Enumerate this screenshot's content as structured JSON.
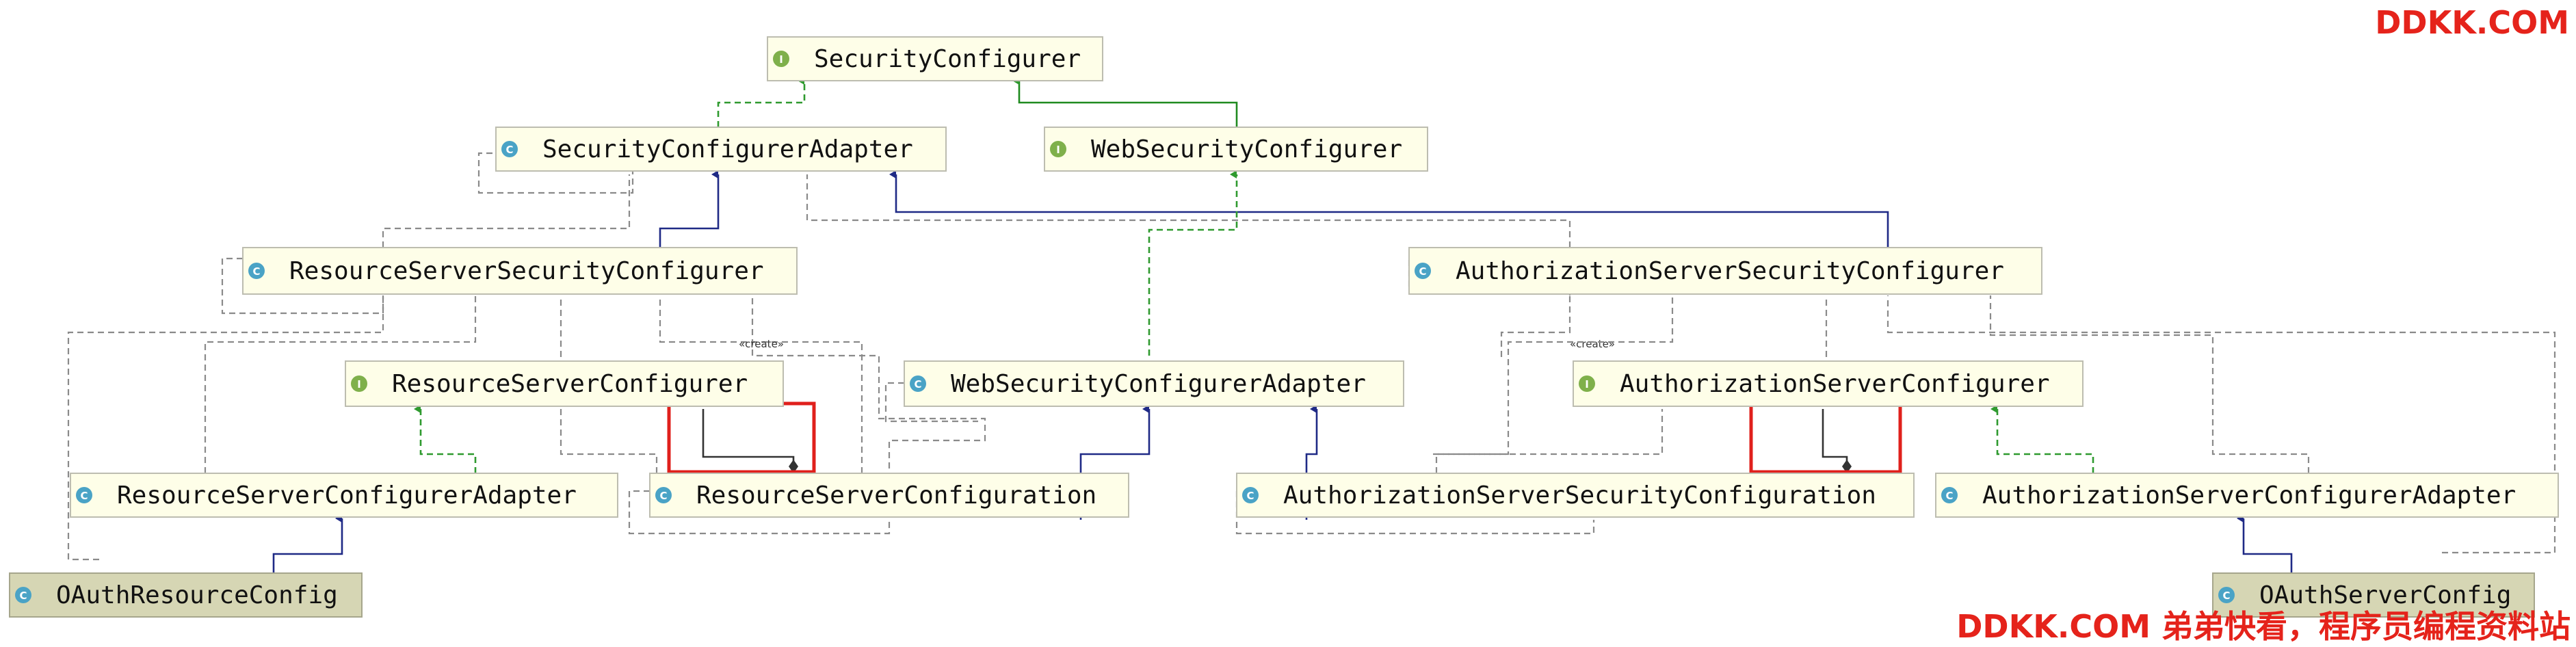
{
  "nodes": {
    "security_configurer": {
      "label": "SecurityConfigurer",
      "kind": "I"
    },
    "security_configurer_adapter": {
      "label": "SecurityConfigurerAdapter",
      "kind": "C"
    },
    "web_security_configurer": {
      "label": "WebSecurityConfigurer",
      "kind": "I"
    },
    "resource_server_security_configurer": {
      "label": "ResourceServerSecurityConfigurer",
      "kind": "C"
    },
    "authorization_server_security_configurer": {
      "label": "AuthorizationServerSecurityConfigurer",
      "kind": "C"
    },
    "resource_server_configurer": {
      "label": "ResourceServerConfigurer",
      "kind": "I"
    },
    "web_security_configurer_adapter": {
      "label": "WebSecurityConfigurerAdapter",
      "kind": "C"
    },
    "authorization_server_configurer": {
      "label": "AuthorizationServerConfigurer",
      "kind": "I"
    },
    "resource_server_configurer_adapter": {
      "label": "ResourceServerConfigurerAdapter",
      "kind": "C"
    },
    "resource_server_configuration": {
      "label": "ResourceServerConfiguration",
      "kind": "C"
    },
    "authorization_server_security_configuration": {
      "label": "AuthorizationServerSecurityConfiguration",
      "kind": "C"
    },
    "authorization_server_configurer_adapter": {
      "label": "AuthorizationServerConfigurerAdapter",
      "kind": "C"
    },
    "oauth_resource_config": {
      "label": "OAuthResourceConfig",
      "kind": "C"
    },
    "oauth_server_config": {
      "label": "OAuthServerConfig",
      "kind": "C"
    }
  },
  "create_label": "«create»",
  "watermark": {
    "top": "DDKK.COM",
    "bottom": "DDKK.COM 弟弟快看，程序员编程资料站"
  },
  "colors": {
    "node_fill": "#fefee8",
    "highlight_fill": "#d6d6b4",
    "implements": "#2f9a2f",
    "extends": "#1f2a86",
    "watermark": "#e5231b",
    "highlight_box": "#e0201c"
  }
}
